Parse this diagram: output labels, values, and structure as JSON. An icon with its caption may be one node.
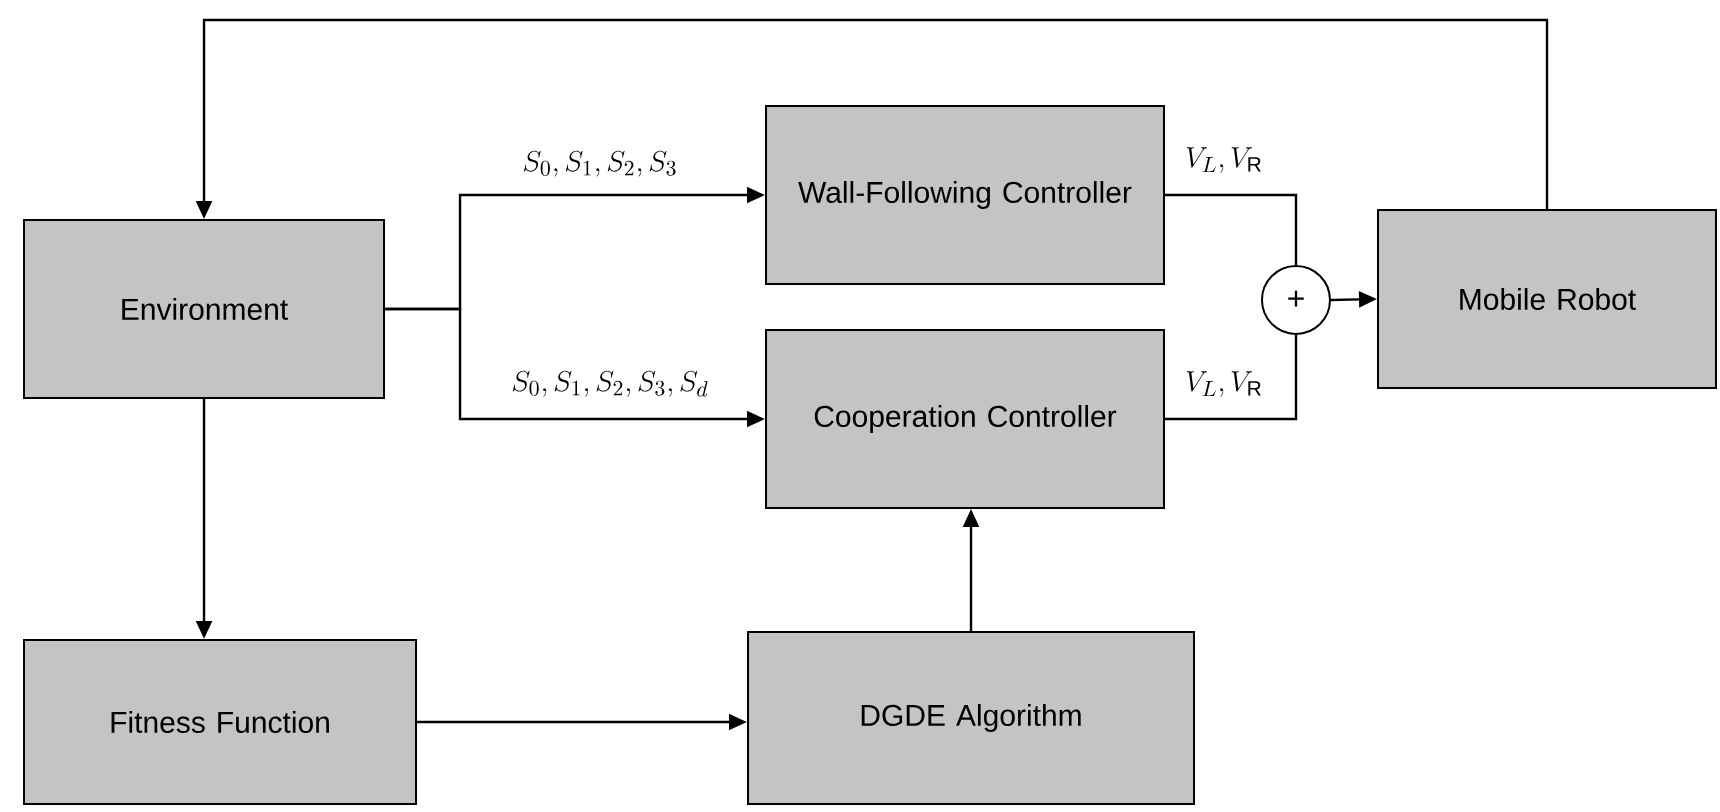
{
  "diagram": {
    "nodes": [
      {
        "text": [
          "Environment"
        ]
      },
      {
        "text": [
          "Wall-Following Controller"
        ]
      },
      {
        "text": [
          "Cooperation Controller"
        ]
      },
      {
        "text": [
          "Mobile Robot"
        ]
      },
      {
        "text": [
          "Fitness Function"
        ]
      },
      {
        "text": [
          "DGDE Algorithm"
        ]
      },
      {
        "text": [
          "+"
        ]
      }
    ],
    "edges": [
      {
        "from": 3,
        "to": 0,
        "arrow": "to"
      },
      {
        "from": 0,
        "to": 1,
        "arrow": "to",
        "label": "S_0, S_1, S_2, S_3"
      },
      {
        "from": 0,
        "to": 2,
        "arrow": "to",
        "label": "S_0, S_1, S_2, S_3, S_d"
      },
      {
        "from": 1,
        "to": 6,
        "arrow": "none",
        "label": "V_L, V_\\mathrm{R}"
      },
      {
        "from": 2,
        "to": 6,
        "arrow": "none",
        "label": "V_L, V_\\mathrm{R}"
      },
      {
        "from": 6,
        "to": 3,
        "arrow": "to"
      },
      {
        "from": 0,
        "to": 4,
        "arrow": "to"
      },
      {
        "from": 4,
        "to": 5,
        "arrow": "to"
      },
      {
        "from": 5,
        "to": 2,
        "arrow": "to"
      }
    ]
  }
}
